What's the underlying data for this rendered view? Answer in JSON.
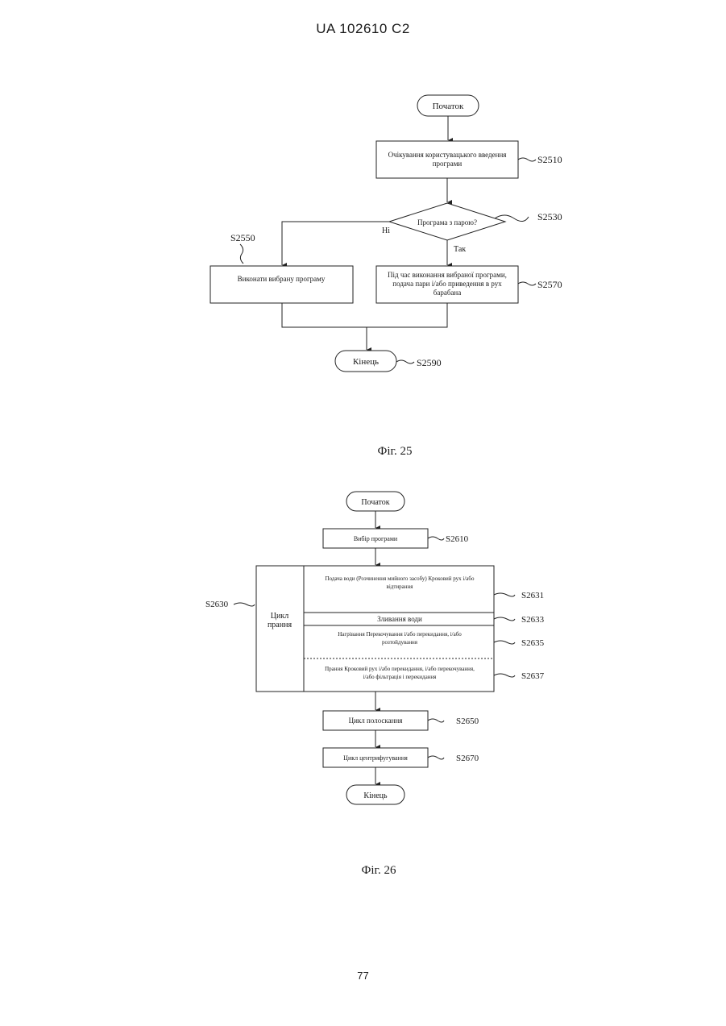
{
  "header": "UA  102610  C2",
  "page_number": "77",
  "fig25": {
    "caption": "Фіг. 25",
    "start": "Початок",
    "end": "Кінець",
    "wait_line1": "Очікування користувацького введення",
    "wait_line2": "програми",
    "decision": "Програма з парою?",
    "no": "Ні",
    "yes": "Так",
    "run_selected": "Виконати вибрану програму",
    "steam_line1": "Під час виконання вибраної програми,",
    "steam_line2": "подача пари і/або приведення в рух",
    "steam_line3": "барабана",
    "labels": {
      "s2510": "S2510",
      "s2530": "S2530",
      "s2550": "S2550",
      "s2570": "S2570",
      "s2590": "S2590"
    }
  },
  "fig26": {
    "caption": "Фіг. 26",
    "start": "Початок",
    "end": "Кінець",
    "select_program": "Вибір програми",
    "wash_cycle_line1": "Цикл",
    "wash_cycle_line2": "прання",
    "water_supply_line1": "Подача води (Розчинення мийного засобу) Кроковий рух і/або",
    "water_supply_line2": "відтирання",
    "drain": "Зливання води",
    "heating_line1": "Нагрівання Перекочування і/або перекидання, і/або",
    "heating_line2": "розтойдування",
    "washing_line1": "Прання Кроковий рух і/або перекидання, і/або перекочування,",
    "washing_line2": "і/або фільтрація і перекидання",
    "rinse": "Цикл полоскання",
    "spin": "Цикл центрифугування",
    "labels": {
      "s2610": "S2610",
      "s2630": "S2630",
      "s2631": "S2631",
      "s2633": "S2633",
      "s2635": "S2635",
      "s2637": "S2637",
      "s2650": "S2650",
      "s2670": "S2670"
    }
  }
}
